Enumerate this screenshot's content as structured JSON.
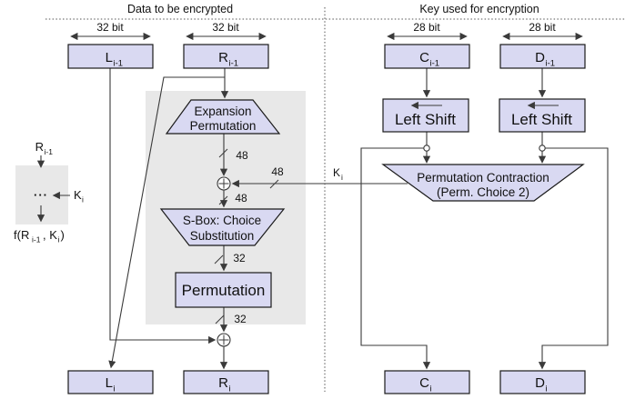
{
  "titles": {
    "left": "Data to be encrypted",
    "right": "Key used for encryption"
  },
  "bit_labels": {
    "l1": "32 bit",
    "l2": "32 bit",
    "r1": "28 bit",
    "r2": "28 bit"
  },
  "registers": {
    "l_prev": {
      "base": "L",
      "sub": "i-1"
    },
    "r_prev": {
      "base": "R",
      "sub": "i-1"
    },
    "c_prev": {
      "base": "C",
      "sub": "i-1"
    },
    "d_prev": {
      "base": "D",
      "sub": "i-1"
    },
    "l_next": {
      "base": "L",
      "sub": "i"
    },
    "r_next": {
      "base": "R",
      "sub": "i"
    },
    "c_next": {
      "base": "C",
      "sub": "i"
    },
    "d_next": {
      "base": "D",
      "sub": "i"
    }
  },
  "blocks": {
    "expansion": {
      "line1": "Expansion",
      "line2": "Permutation"
    },
    "sbox": {
      "line1": "S-Box: Choice",
      "line2": "Substitution"
    },
    "permutation": "Permutation",
    "left_shift1": "Left Shift",
    "left_shift2": "Left Shift",
    "perm_contraction": {
      "line1": "Permutation Contraction",
      "line2": "(Perm. Choice 2)"
    }
  },
  "wire_labels": {
    "exp_out": "48",
    "key_in": "48",
    "xor_out": "48",
    "sbox_out": "32",
    "perm_out": "32",
    "k": {
      "base": "K",
      "sub": "i"
    }
  },
  "legend": {
    "r": {
      "base": "R",
      "sub": "i-1"
    },
    "dots": "···",
    "k": {
      "base": "K",
      "sub": "i"
    },
    "f_parts": [
      {
        "t": "f(R"
      },
      {
        "t": "i-1"
      },
      {
        "t": ", K"
      },
      {
        "t": "i"
      },
      {
        "t": ")"
      }
    ]
  },
  "colors": {
    "box_fill": "#d9d9f2",
    "panel_fill": "#e8e8e8",
    "border": "#1a1a1a",
    "line": "#3a3a3a",
    "text": "#111111",
    "dotted": "#555555",
    "bg": "#ffffff"
  }
}
